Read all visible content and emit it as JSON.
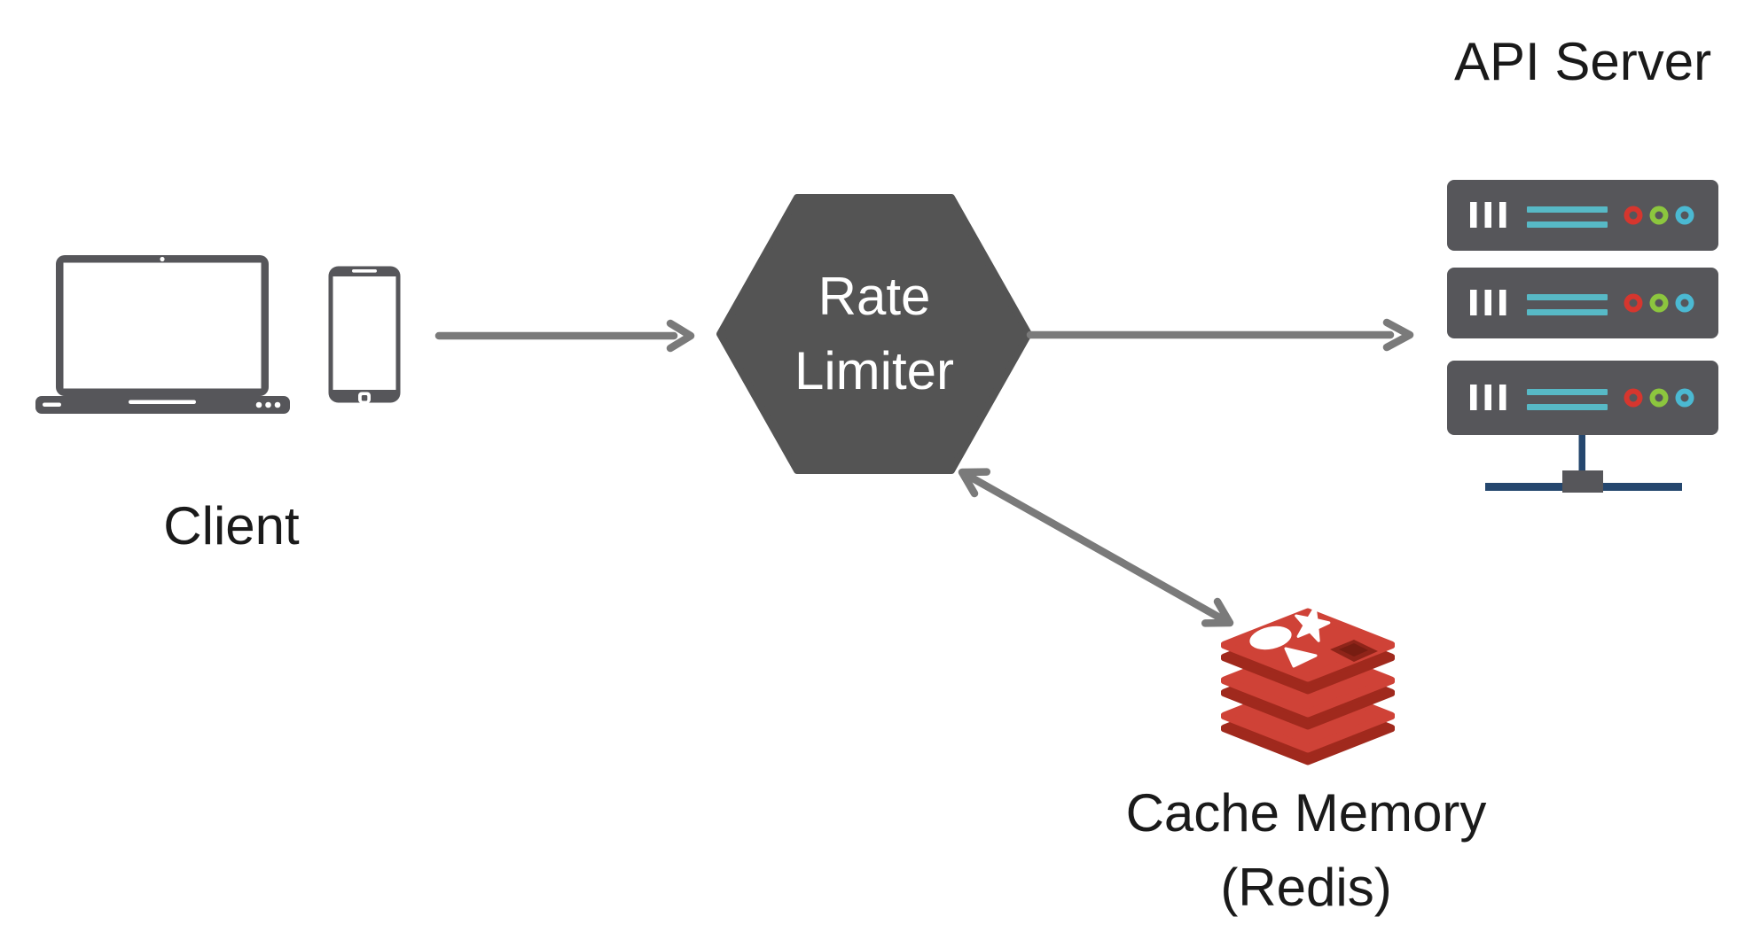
{
  "nodes": {
    "client": {
      "label": "Client",
      "icons": [
        "laptop-icon",
        "smartphone-icon"
      ]
    },
    "rate_limiter": {
      "label_line1": "Rate",
      "label_line2": "Limiter",
      "shape": "hexagon"
    },
    "api_server": {
      "label": "API Server",
      "icon": "server-rack-icon",
      "rack_count": 3
    },
    "cache": {
      "label_line1": "Cache Memory",
      "label_line2": "(Redis)",
      "icon": "redis-database-icon"
    }
  },
  "edges": [
    {
      "from": "client",
      "to": "rate_limiter",
      "style": "arrow-right"
    },
    {
      "from": "rate_limiter",
      "to": "api_server",
      "style": "arrow-right"
    },
    {
      "from": "rate_limiter",
      "to": "cache",
      "style": "arrow-bidirectional"
    }
  ],
  "colors": {
    "background": "#ffffff",
    "device_gray": "#56565a",
    "hexagon_gray": "#545454",
    "arrow_gray": "#7a7a7a",
    "text_black": "#1a1a1a",
    "teal_stripe": "#57b9c6",
    "led_red": "#d6362e",
    "led_green": "#8cc63e",
    "led_cyan": "#4bb9d2",
    "network_navy": "#25476e",
    "redis_red": "#cf4237",
    "redis_dark_red": "#a0291d"
  }
}
